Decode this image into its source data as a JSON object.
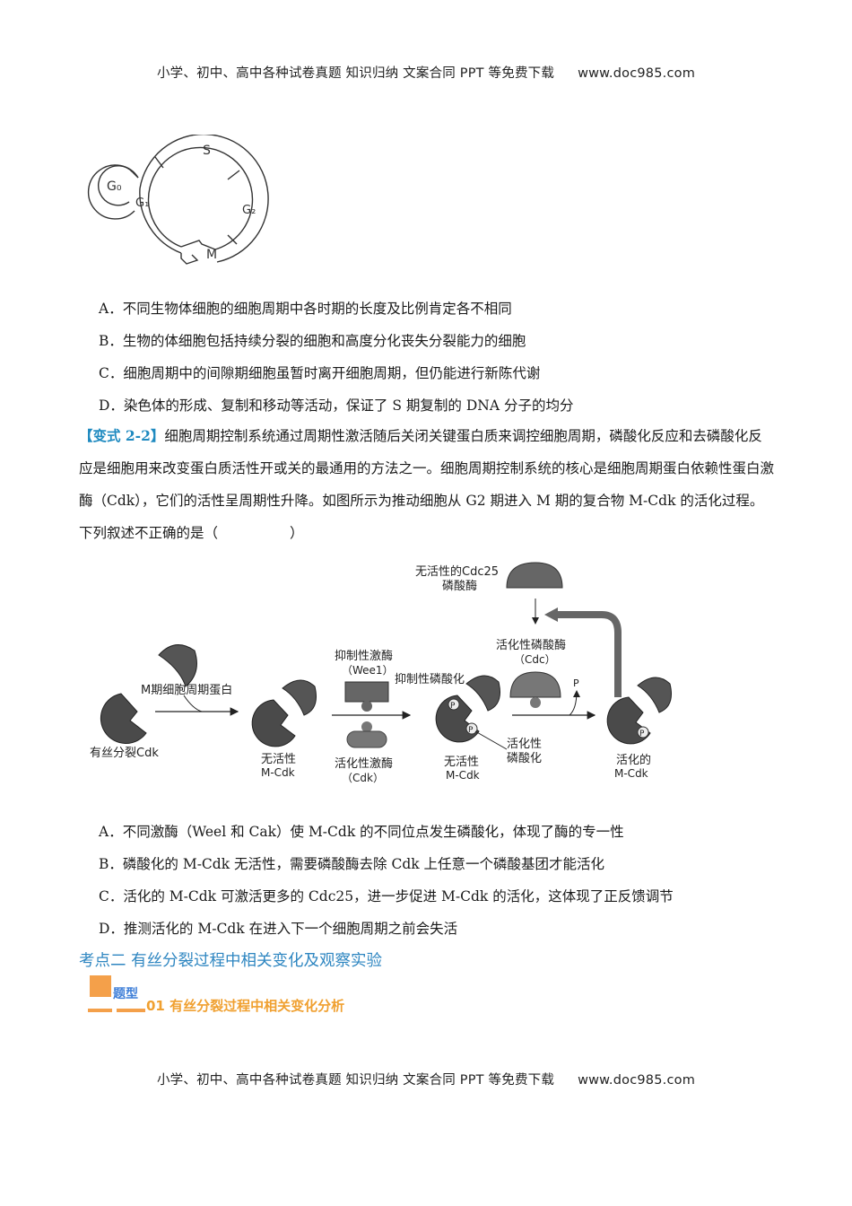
{
  "header": {
    "text": "小学、初中、高中各种试卷真题  知识归纳  文案合同  PPT 等免费下载",
    "url": "www.doc985.com"
  },
  "footer": {
    "text": "小学、初中、高中各种试卷真题  知识归纳  文案合同  PPT 等免费下载",
    "url": "www.doc985.com"
  },
  "cycle_diagram": {
    "labels": {
      "g0": "G₀",
      "g1": "G₁",
      "s": "S",
      "g2": "G₂",
      "m": "M"
    }
  },
  "question1": {
    "options": [
      "A．不同生物体细胞的细胞周期中各时期的长度及比例肯定各不相同",
      "B．生物的体细胞包括持续分裂的细胞和高度分化丧失分裂能力的细胞",
      "C．细胞周期中的间隙期细胞虽暂时离开细胞周期，但仍能进行新陈代谢",
      "D．染色体的形成、复制和移动等活动，保证了 S 期复制的 DNA 分子的均分"
    ]
  },
  "question2": {
    "tag": "【变式 2-2】",
    "stem": "细胞周期控制系统通过周期性激活随后关闭关键蛋白质来调控细胞周期，磷酸化反应和去磷酸化反应是细胞用来改变蛋白质活性开或关的最通用的方法之一。细胞周期控制系统的核心是细胞周期蛋白依赖性蛋白激酶（Cdk），它们的活性呈周期性升降。如图所示为推动细胞从 G2 期进入 M 期的复合物 M-Cdk 的活化过程。下列叙述不正确的是（",
    "stem_end": "）",
    "options": [
      "A．不同激酶（Weel 和 Cak）使 M-Cdk 的不同位点发生磷酸化，体现了酶的专一性",
      "B．磷酸化的 M-Cdk 无活性，需要磷酸酶去除 Cdk 上任意一个磷酸基团才能活化",
      "C．活化的 M-Cdk 可激活更多的 Cdc25，进一步促进 M-Cdk 的活化，这体现了正反馈调节",
      "D．推测活化的 M-Cdk 在进入下一个细胞周期之前会失活"
    ]
  },
  "mcdk_diagram": {
    "labels": {
      "cdk": "有丝分裂Cdk",
      "cyclin": "M期细胞周期蛋白",
      "inactive_mcdk_1": "无活性",
      "inactive_mcdk_1b": "M-Cdk",
      "inhib_kinase": "抑制性激酶",
      "wee1": "（Wee1）",
      "act_kinase": "活化性激酶",
      "act_kinase_b": "（Cdk）",
      "inhib_phos": "抑制性磷酸化",
      "act_phos": "活化性",
      "act_phos_b": "磷酸化",
      "inactive_mcdk_2": "无活性",
      "inactive_mcdk_2b": "M-Cdk",
      "cdc25_inactive": "无活性的Cdc25",
      "cdc25_inactive_b": "磷酸酶",
      "act_phosphatase": "活化性磷酸酶",
      "act_phosphatase_b": "（Cdc）",
      "p": "P",
      "active_mcdk": "活化的",
      "active_mcdk_b": "M-Cdk"
    }
  },
  "section": {
    "heading": "考点二  有丝分裂过程中相关变化及观察实验",
    "type_label": "题型",
    "type_title": "01 有丝分裂过程中相关变化分析"
  },
  "colors": {
    "tag_blue": "#1f8ac0",
    "heading_blue": "#2e86c1",
    "accent_orange": "#f4a04a",
    "type_title_orange": "#f0a030",
    "type_label_blue": "#3f7fd8",
    "protein_gray": "#4a4a4a"
  }
}
